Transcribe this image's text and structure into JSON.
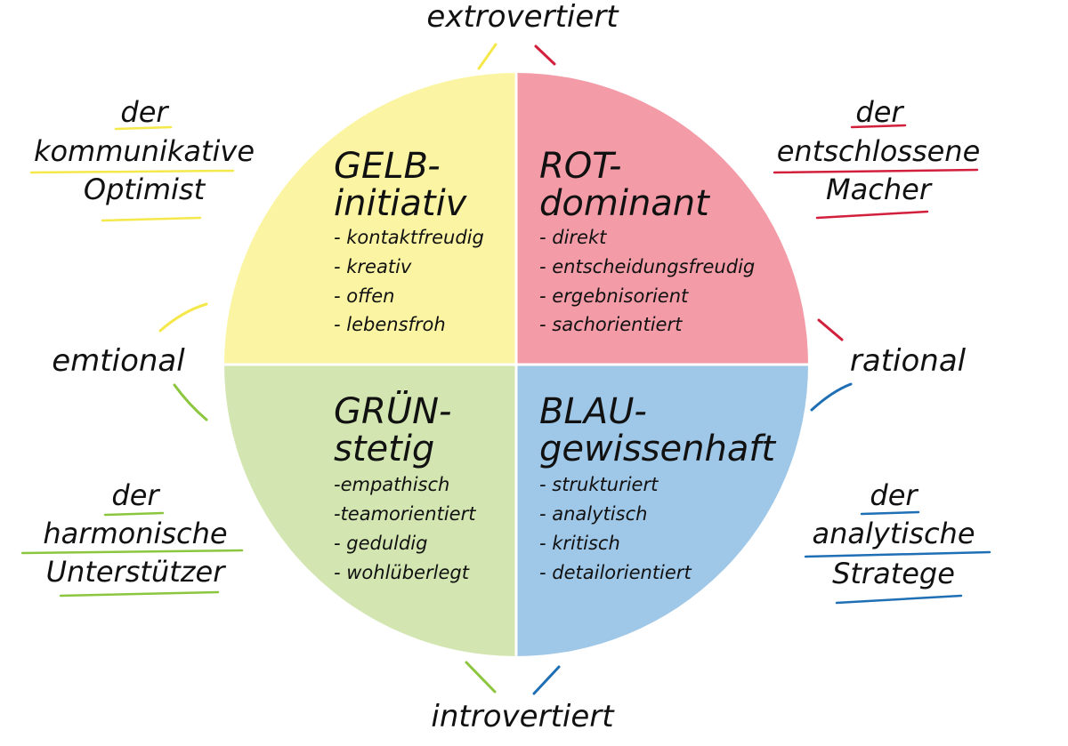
{
  "axis": {
    "top": "extrovertiert",
    "bottom": "introvertiert",
    "left": "emtional",
    "right": "rational"
  },
  "quadrants": {
    "yellow": {
      "color": "#fbf5a3",
      "accent": "#f5e84a",
      "title1": "GELB-",
      "title2": "initiativ",
      "items": [
        "- kontaktfreudig",
        "- kreativ",
        "- offen",
        "- lebensfroh"
      ]
    },
    "red": {
      "color": "#f39ca7",
      "accent": "#d21f3c",
      "title1": "ROT-",
      "title2": "dominant",
      "items": [
        "- direkt",
        "- entscheidungsfreudig",
        "- ergebnisorient",
        "- sachorientiert"
      ]
    },
    "green": {
      "color": "#d3e6b1",
      "accent": "#8cc63f",
      "title1": "GRÜN-",
      "title2": "stetig",
      "items": [
        "-empathisch",
        "-teamorientiert",
        "- geduldig",
        "- wohlüberlegt"
      ]
    },
    "blue": {
      "color": "#9fc7e7",
      "accent": "#1f6fb5",
      "title1": "BLAU-",
      "title2": "gewissenhaft",
      "items": [
        "- strukturiert",
        "- analytisch",
        "- kritisch",
        "- detailorientiert"
      ]
    }
  },
  "types": {
    "top_left": [
      "der",
      "kommunikative",
      "Optimist"
    ],
    "top_right": [
      "der",
      "entschlossene",
      "Macher"
    ],
    "bottom_left": [
      "der",
      "harmonische",
      "Unterstützer"
    ],
    "bottom_right": [
      "der",
      "analytische",
      "Stratege"
    ]
  }
}
